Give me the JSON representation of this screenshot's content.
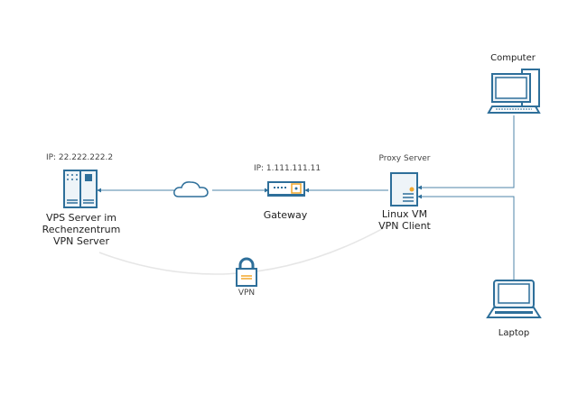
{
  "colors": {
    "icon": "#2e6f9a",
    "line": "#4f86a8",
    "accent": "#f2a72b",
    "arc": "#e8e8e8"
  },
  "nodes": {
    "vps": {
      "ip": "IP: 22.222.222.2",
      "line1": "VPS Server im",
      "line2": "Rechenzentrum",
      "line3": "VPN Server",
      "icon": "server-rack-icon"
    },
    "cloud": {
      "icon": "cloud-icon"
    },
    "gateway": {
      "ip": "IP: 1.111.111.11",
      "label": "Gateway",
      "icon": "router-icon"
    },
    "proxy": {
      "title": "Proxy Server",
      "line1": "Linux VM",
      "line2": "VPN Client",
      "icon": "server-icon"
    },
    "computer": {
      "label": "Computer",
      "icon": "desktop-computer-icon"
    },
    "laptop": {
      "label": "Laptop",
      "icon": "laptop-icon"
    },
    "vpn": {
      "label": "VPN",
      "icon": "lock-icon"
    }
  }
}
